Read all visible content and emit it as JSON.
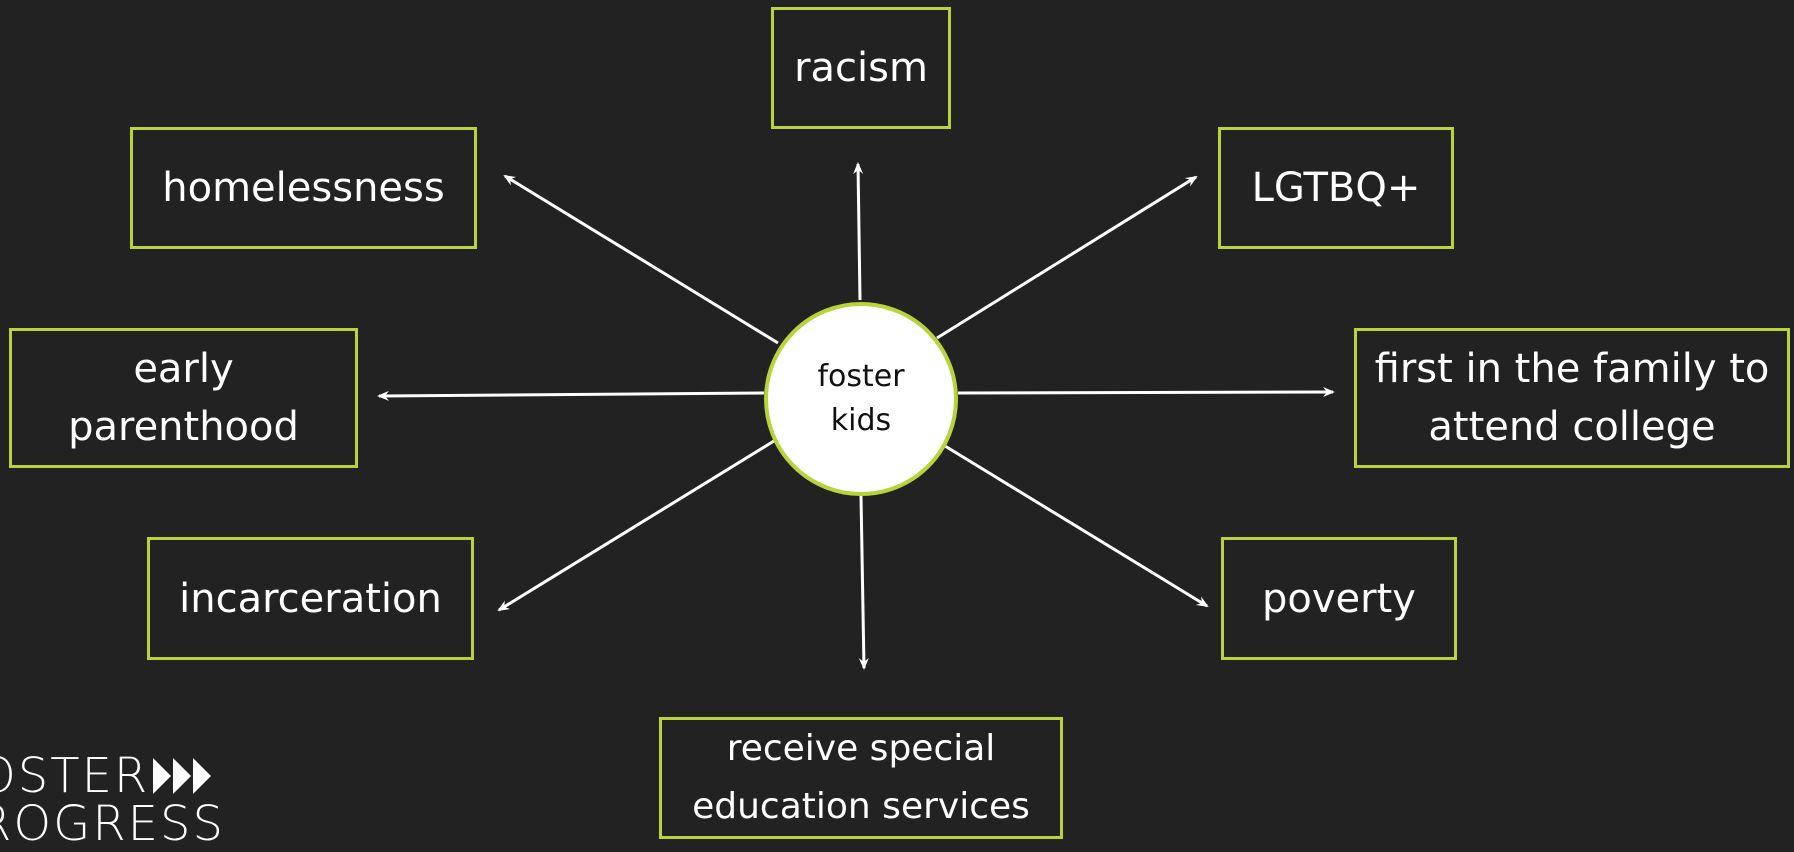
{
  "hub": {
    "line1": "foster",
    "line2": "kids"
  },
  "nodes": {
    "racism": "racism",
    "homelessness": "homelessness",
    "lgtbq": "LGTBQ+",
    "early_parenthood": {
      "line1": "early",
      "line2": "parenthood"
    },
    "first_college": {
      "line1": "first in the family to",
      "line2": "attend college"
    },
    "incarceration": "incarceration",
    "poverty": "poverty",
    "special_education": {
      "line1": "receive special",
      "line2": "education services"
    }
  },
  "logo": {
    "line1": "OSTER",
    "line2": "ROGRESS"
  },
  "colors": {
    "background": "#222222",
    "box_border": "#b7d43a",
    "arrow": "#ffffff",
    "hub_fill": "#ffffff"
  }
}
